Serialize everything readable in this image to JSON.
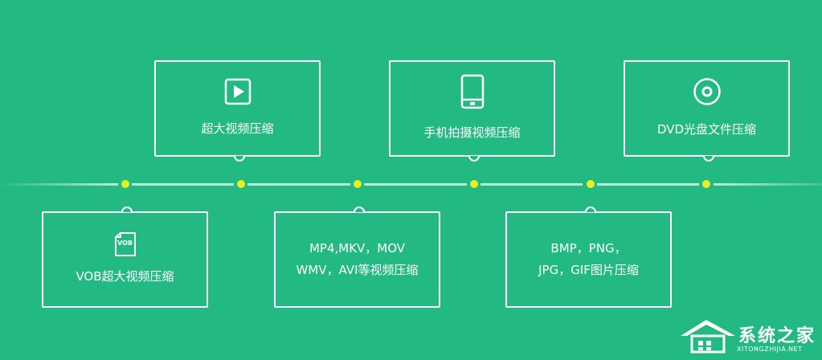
{
  "top_cards": [
    {
      "label": "超大视频压缩",
      "icon": "play-video-icon"
    },
    {
      "label": "手机拍摄视频压缩",
      "icon": "mobile-phone-icon"
    },
    {
      "label": "DVD光盘文件压缩",
      "icon": "disc-icon"
    }
  ],
  "bottom_cards": [
    {
      "label": "VOB超大视频压缩",
      "icon": "vob-file-icon",
      "icon_text": "VOB"
    },
    {
      "line1": "MP4,MKV，MOV",
      "line2": "WMV，AVI等视频压缩"
    },
    {
      "line1": "BMP，PNG，",
      "line2": "JPG，GIF图片压缩"
    }
  ],
  "watermark": {
    "name": "系统之家",
    "url": "XITONGZHIJIA.NET",
    "icon": "house-logo-icon"
  },
  "colors": {
    "background": "#23b982",
    "dot": "#e8f020",
    "line": "#b9eed8",
    "border": "#ffffff"
  }
}
